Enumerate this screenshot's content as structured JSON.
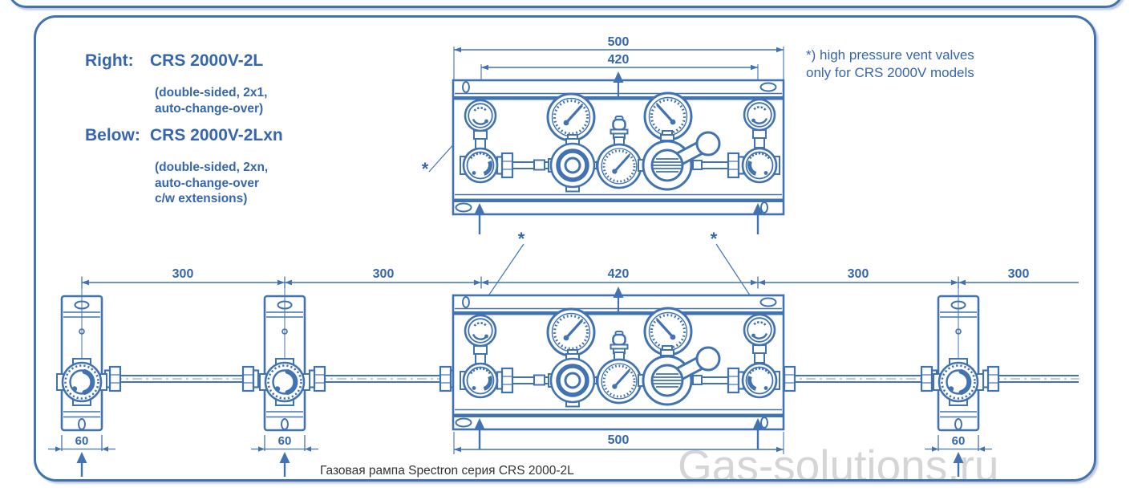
{
  "colors": {
    "accent": "#4173b3",
    "text_blue": "#3566ae",
    "caption": "#333333",
    "watermark": "#d5d5d5"
  },
  "left_block": {
    "right": {
      "label": "Right:",
      "model": "CRS 2000V-2L",
      "sub": [
        "(double-sided, 2x1,",
        "auto-change-over)"
      ]
    },
    "below": {
      "label": "Below:",
      "model": "CRS 2000V-2Lxn",
      "sub": [
        "(double-sided, 2xn,",
        "auto-change-over",
        "c/w extensions)"
      ]
    }
  },
  "note": {
    "lines": [
      "*) high pressure vent valves",
      "only for CRS 2000V models"
    ]
  },
  "top_drawing": {
    "dim_overall": "500",
    "dim_inner": "420",
    "vent_asterisk": "*"
  },
  "bottom_drawing": {
    "dims": [
      "300",
      "300",
      "420",
      "300",
      "300"
    ],
    "dim_overall": "500",
    "bracket_dims": [
      "60",
      "60",
      "60"
    ],
    "vent_asterisks": [
      "*",
      "*"
    ]
  },
  "caption": "Газовая рампа Spectron серия CRS 2000-2L",
  "watermark": "Gas-solutions.ru"
}
